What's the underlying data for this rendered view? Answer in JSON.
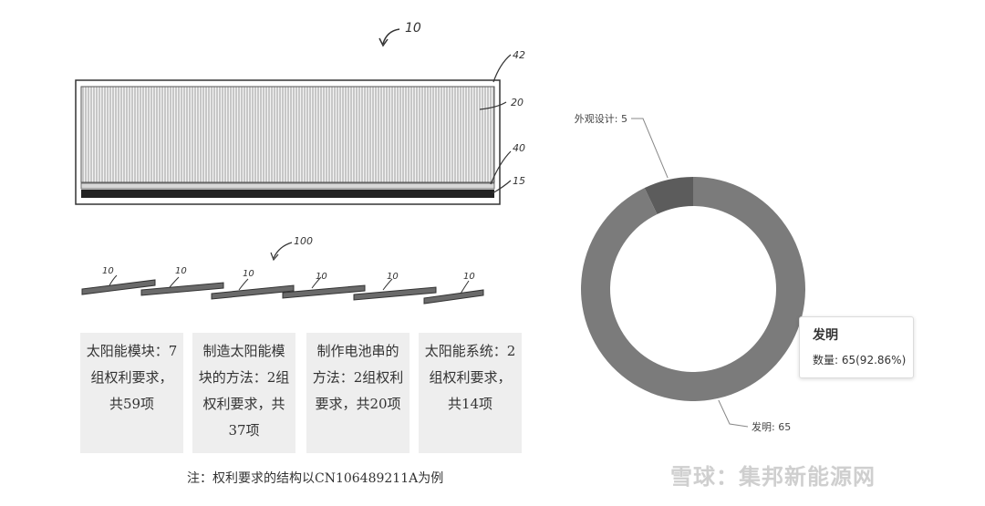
{
  "diagram": {
    "figure_ref": "10",
    "layers": [
      "42",
      "20",
      "40",
      "15"
    ],
    "array_ref": "100",
    "module_labels": [
      "10",
      "10",
      "10",
      "10",
      "10",
      "10"
    ]
  },
  "claims": [
    {
      "lines": [
        "太阳能模块：7",
        "组权利要求，",
        "共59项"
      ]
    },
    {
      "lines": [
        "制造太阳能模",
        "块的方法：2组",
        "权利要求，共",
        "37项"
      ]
    },
    {
      "lines": [
        "制作电池串的",
        "方法：2组权利",
        "要求，共20项"
      ]
    },
    {
      "lines": [
        "太阳能系统：2",
        "组权利要求，",
        "共14项"
      ]
    }
  ],
  "note": "注：权利要求的结构以CN106489211A为例",
  "chart_data": {
    "type": "pie",
    "variant": "donut",
    "slices": [
      {
        "name": "发明",
        "value": 65,
        "label": "发明: 65",
        "color": "#7b7b7b"
      },
      {
        "name": "外观设计",
        "value": 5,
        "label": "外观设计: 5",
        "color": "#5c5c5c"
      }
    ],
    "tooltip": {
      "title": "发明",
      "text": "数量: 65(92.86%)"
    }
  },
  "watermark": "雪球：集邦新能源网"
}
